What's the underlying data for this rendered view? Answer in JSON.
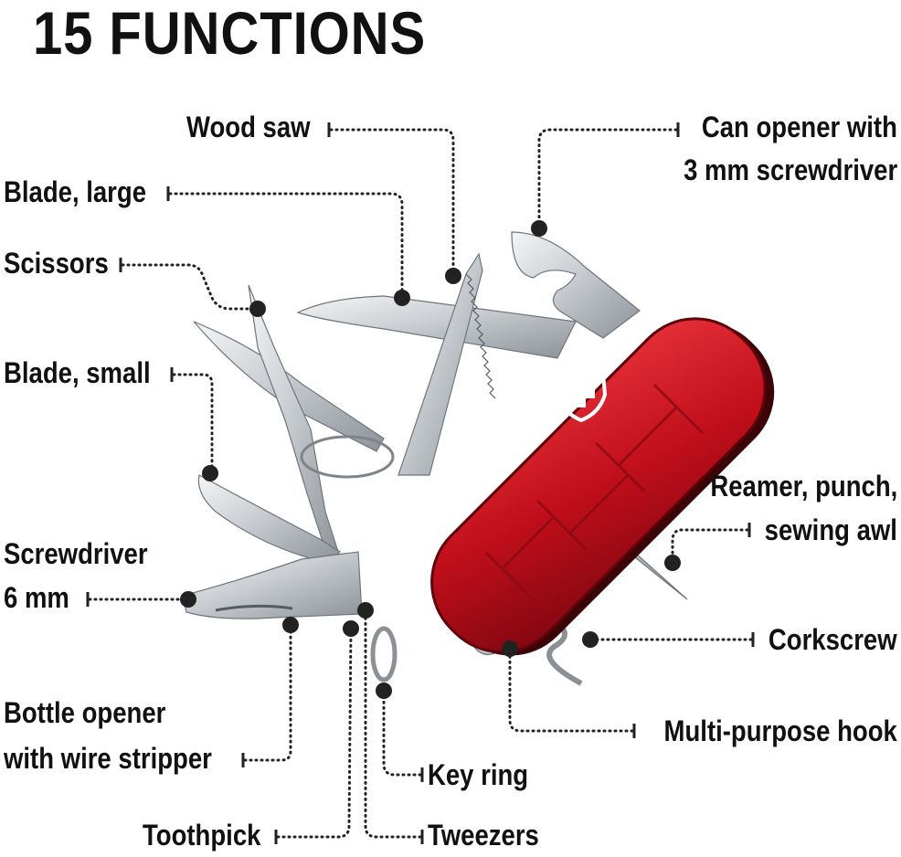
{
  "title": "15 FUNCTIONS",
  "labels": {
    "wood_saw": "Wood saw",
    "blade_large": "Blade, large",
    "scissors": "Scissors",
    "blade_small": "Blade, small",
    "screwdriver_line1": "Screwdriver",
    "screwdriver_line2": "6 mm",
    "bottle_opener_line1": "Bottle opener",
    "bottle_opener_line2": "with wire stripper",
    "toothpick": "Toothpick",
    "can_opener_line1": "Can opener with",
    "can_opener_line2": "3 mm screwdriver",
    "reamer_line1": "Reamer, punch,",
    "reamer_line2": "sewing awl",
    "corkscrew": "Corkscrew",
    "multi_hook": "Multi-purpose hook",
    "key_ring": "Key ring",
    "tweezers": "Tweezers"
  },
  "colors": {
    "text": "#111111",
    "leader": "#222222",
    "handle_red": "#c8111d",
    "steel": "#cfd3d6"
  }
}
